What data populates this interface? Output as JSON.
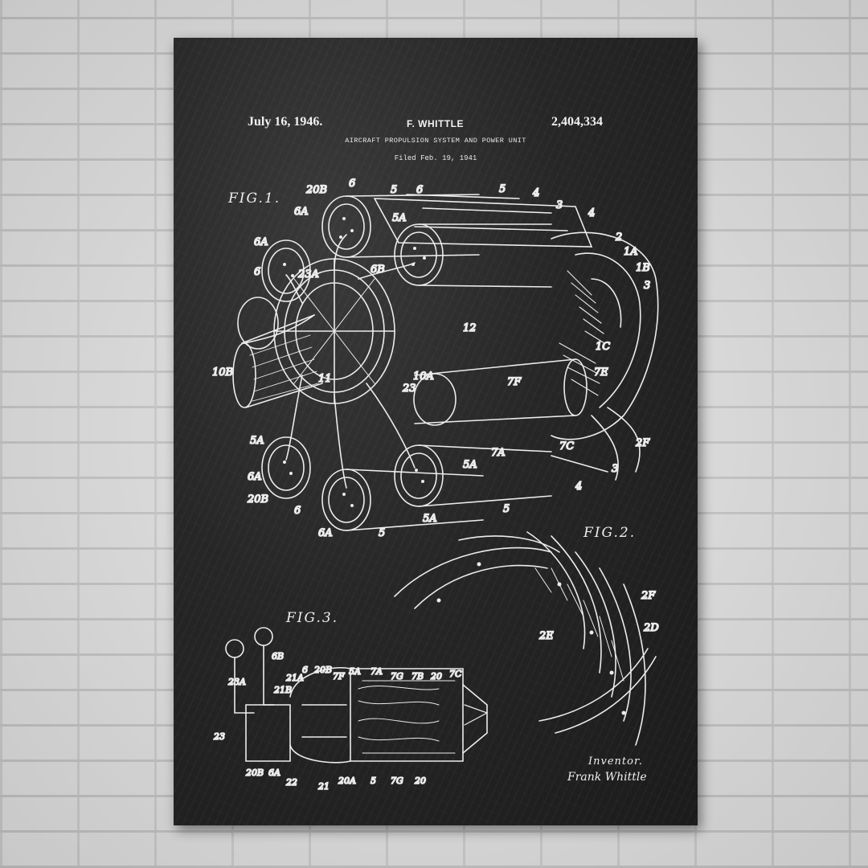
{
  "patent": {
    "date": "July 16, 1946.",
    "inventor": "F. WHITTLE",
    "number": "2,404,334",
    "title": "AIRCRAFT PROPULSION SYSTEM AND POWER UNIT",
    "filed": "Filed Feb. 19, 1941"
  },
  "figures": {
    "fig1": "FIG.1.",
    "fig2": "FIG.2.",
    "fig3": "FIG.3."
  },
  "signature": {
    "title": "Inventor.",
    "name": "Frank Whittle"
  },
  "labels": {
    "l20b": "20B",
    "l6": "6",
    "l5": "5",
    "l6a": "6A",
    "l5a": "5A",
    "l4": "4",
    "l3": "3",
    "l2": "2",
    "l1a": "1A",
    "l1b": "1B",
    "l23a": "23A",
    "l6b": "6B",
    "l10b": "10B",
    "l11": "11",
    "l12": "12",
    "l10a": "10A",
    "l23": "23",
    "l7f": "7F",
    "l7e": "7E",
    "l1c": "1C",
    "l2f": "2F",
    "l7a": "7A",
    "l7c": "7C",
    "l2d": "2D",
    "l2e": "2E",
    "l21a": "21A",
    "l21b": "21B",
    "l7b": "7B",
    "l20": "20",
    "l7g": "7G",
    "l20a": "20A",
    "l22": "22",
    "l21": "21"
  },
  "colors": {
    "wall": "#d9d9d9",
    "poster": "#262626",
    "ink": "#f2f2f2"
  }
}
